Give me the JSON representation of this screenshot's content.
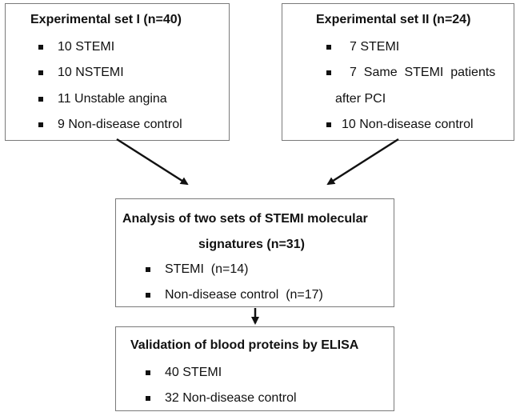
{
  "set1": {
    "title": "Experimental set I (n=40)",
    "items": [
      "10 STEMI",
      "10 NSTEMI",
      "11 Unstable angina",
      "9 Non-disease control"
    ]
  },
  "set2": {
    "title": "Experimental set II (n=24)",
    "items": [
      "7 STEMI",
      "7  Same  STEMI  patients",
      "after PCI",
      "10 Non-disease control"
    ]
  },
  "analysis": {
    "title_line1": "Analysis of two sets of STEMI molecular",
    "title_line2": "signatures (n=31)",
    "items": [
      "STEMI  (n=14)",
      "Non-disease control  (n=17)"
    ]
  },
  "validation": {
    "title": "Validation of blood proteins by ELISA",
    "items": [
      "40 STEMI",
      "32 Non-disease control"
    ]
  }
}
